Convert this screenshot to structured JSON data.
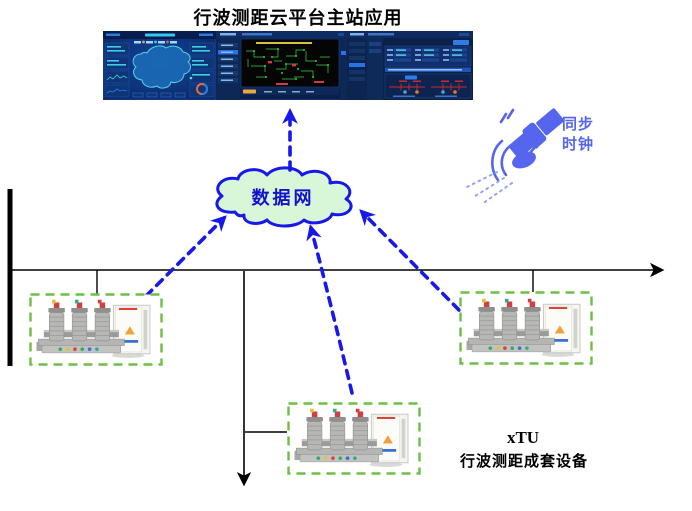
{
  "title": "行波测距云平台主站应用",
  "cloud": {
    "label": "数据网",
    "fill": "#d8f7d8",
    "border": "#1818e8",
    "text_color": "#1212cc"
  },
  "satellite": {
    "line1": "同步",
    "line2": "时钟",
    "color": "#5565ee",
    "icon": "satellite-icon"
  },
  "equipment": {
    "xtu": "xTU",
    "name": "行波测距成套设备",
    "box_border": "#6cbf45",
    "device_count": 3,
    "icon": "circuit-breaker-with-cabinet-icon"
  },
  "arrows": {
    "color": "#1818e8",
    "style": "dashed",
    "links": [
      "cloud-to-master-station",
      "left-device-to-cloud",
      "middle-device-to-cloud",
      "right-device-to-cloud"
    ]
  },
  "power_line": {
    "color": "#000000"
  },
  "monitors": {
    "count": 3,
    "screens": [
      "overview-map-screen",
      "grid-topology-screen",
      "record-detail-screen"
    ]
  }
}
